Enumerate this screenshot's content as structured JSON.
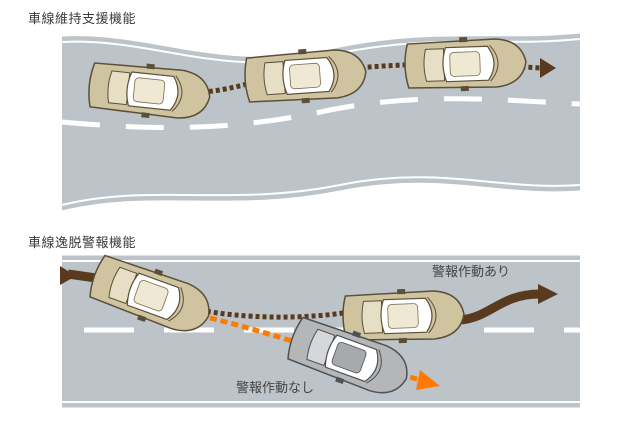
{
  "sections": [
    {
      "title": "車線維持支援機能"
    },
    {
      "title": "車線逸脱警報機能",
      "labels": {
        "with_warning": "警報作動あり",
        "without_warning": "警報作動なし"
      }
    }
  ],
  "colors": {
    "road": "#bcc4c9",
    "car_body": "#cfc3a0",
    "car_alt": "#b4b6b8",
    "trail": "#5a3a1e",
    "trail_orange": "#ff7a00"
  }
}
